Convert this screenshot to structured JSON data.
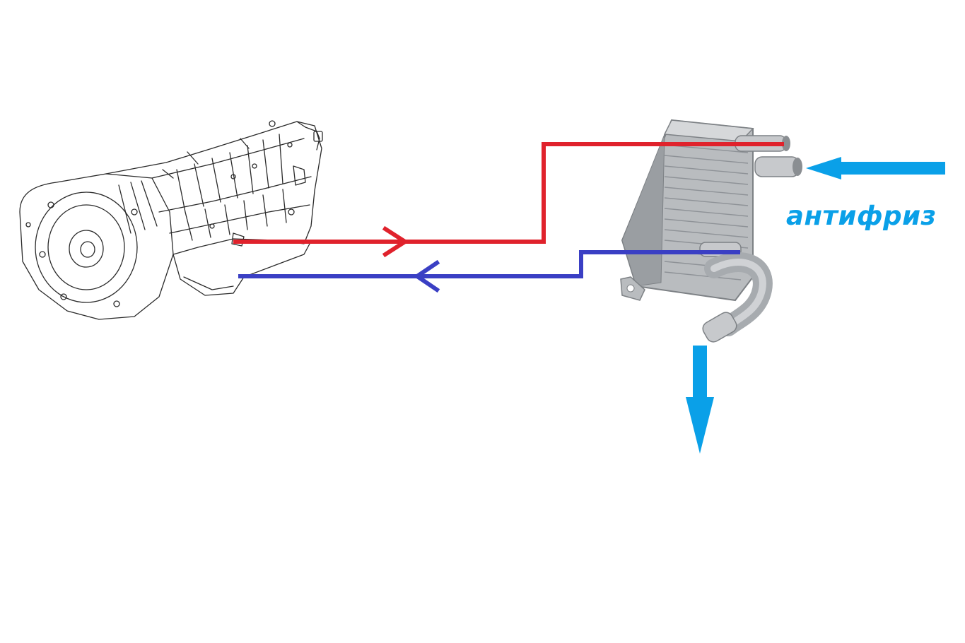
{
  "labels": {
    "coolant": "антифриз"
  },
  "colors": {
    "hot_line": "#e0222c",
    "return_line": "#3a3fc4",
    "coolant": "#0aa0e8",
    "sketch": "#2a2a2a",
    "cooler_metal": "#b9bcbf",
    "cooler_shadow": "#7d8185"
  },
  "components": {
    "transmission": "automatic-transmission-sketch",
    "cooler": "oil-cooler-heat-exchanger"
  }
}
